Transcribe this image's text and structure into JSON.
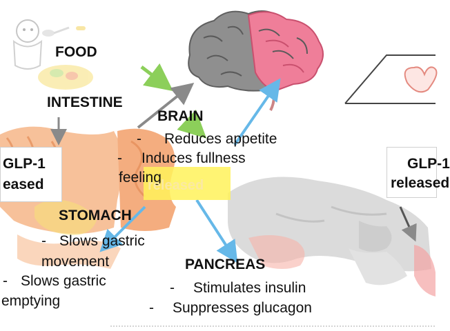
{
  "labels": {
    "food": "FOOD",
    "intestine": "INTESTINE",
    "brain": "BRAIN",
    "brain_item1": "Reduces appetite",
    "brain_item2": "Induces fullness",
    "brain_item2_cont": "feeling",
    "glp1_left_line1": "GLP-1",
    "glp1_left_line2": "eased",
    "glp1_right_line1": "GLP-1",
    "glp1_right_line2": "released",
    "glp1_center": "released",
    "stomach": "STOMACH",
    "stomach_item1": "Slows gastric",
    "stomach_item1_cont": "movement",
    "stomach_item2": "Slows gastric",
    "stomach_item2_cont": "emptying",
    "pancreas": "PANCREAS",
    "pancreas_item1": "Stimulates insulin",
    "pancreas_item2": "Suppresses glucagon",
    "dash": "-"
  },
  "colors": {
    "intestine": "#f2a16b",
    "intestine_dark": "#e07c45",
    "brain_gray": "#8c8c8c",
    "brain_pink": "#ef6f8e",
    "pancreas": "#c9c9c9",
    "yellow_box": "#fff25a",
    "arrow_blue": "#66b8e8",
    "arrow_green": "#8ccf5a",
    "arrow_gray": "#8a8a8a"
  },
  "icons": [
    "brain-icon",
    "intestine-icon",
    "pancreas-icon",
    "stomach-icon",
    "food-bowl-icon",
    "heart-icon",
    "spoon-icon"
  ]
}
